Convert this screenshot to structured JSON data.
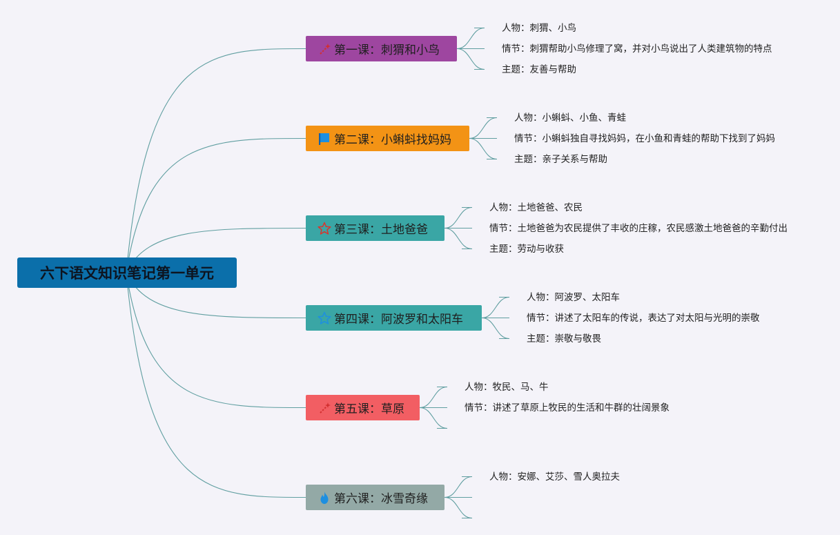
{
  "root": {
    "title": "六下语文知识笔记第一单元",
    "color": "#0b6faa"
  },
  "lessons": [
    {
      "title": "第一课：刺猬和小鸟",
      "icon": "magic-wand-icon",
      "color": "#9e46a0",
      "details": [
        "人物：刺猬、小鸟",
        "情节：刺猬帮助小鸟修理了窝，并对小鸟说出了人类建筑物的特点",
        "主题：友善与帮助"
      ]
    },
    {
      "title": "第二课：小蝌蚪找妈妈",
      "icon": "flag-icon",
      "color": "#f39315",
      "details": [
        "人物：小蝌蚪、小鱼、青蛙",
        "情节：小蝌蚪独自寻找妈妈，在小鱼和青蛙的帮助下找到了妈妈",
        "主题：亲子关系与帮助"
      ]
    },
    {
      "title": "第三课：土地爸爸",
      "icon": "star-outline-icon",
      "color": "#3aa6a5",
      "details": [
        "人物：土地爸爸、农民",
        "情节：土地爸爸为农民提供了丰收的庄稼，农民感激土地爸爸的辛勤付出",
        "主题：劳动与收获"
      ]
    },
    {
      "title": "第四课：阿波罗和太阳车",
      "icon": "star-outline-icon",
      "color": "#3aa6a5",
      "details": [
        "人物：阿波罗、太阳车",
        "情节：讲述了太阳车的传说，表达了对太阳与光明的崇敬",
        "主题：崇敬与敬畏"
      ]
    },
    {
      "title": "第五课：草原",
      "icon": "magic-wand-icon",
      "color": "#f25e63",
      "details": [
        "人物：牧民、马、牛",
        "情节：讲述了草原上牧民的生活和牛群的壮阔景象",
        ""
      ]
    },
    {
      "title": "第六课：冰雪奇缘",
      "icon": "flame-icon",
      "color": "#93a9a6",
      "details": [
        "人物：安娜、艾莎、雪人奥拉夫",
        "",
        ""
      ]
    }
  ]
}
